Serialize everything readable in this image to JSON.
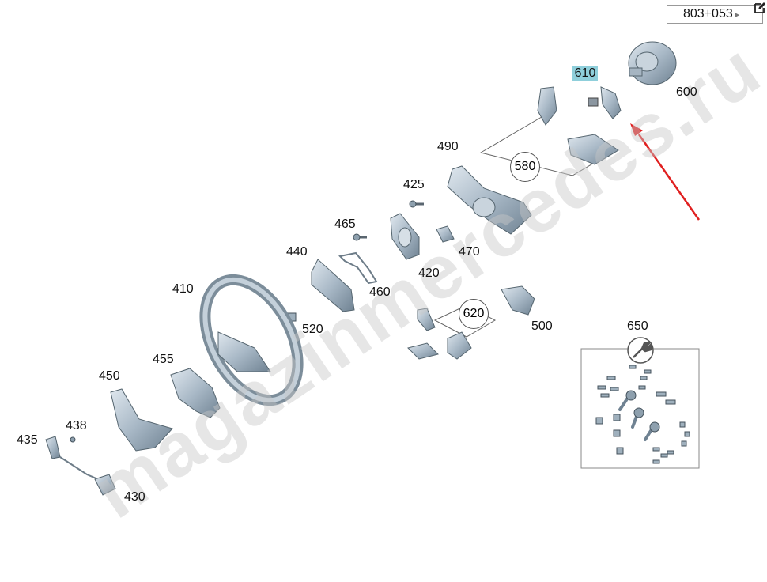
{
  "reference": {
    "code": "803+053",
    "arrow": "▸"
  },
  "watermark": "magazinmercedes.ru",
  "highlight": "610",
  "labels": {
    "p600": "600",
    "p490": "490",
    "p425": "425",
    "p465": "465",
    "p470": "470",
    "p440": "440",
    "p420": "420",
    "p460": "460",
    "p410": "410",
    "p520": "520",
    "p500": "500",
    "p650": "650",
    "p450": "450",
    "p455": "455",
    "p438": "438",
    "p435": "435",
    "p430": "430"
  },
  "groups": {
    "g580": "580",
    "g620": "620"
  },
  "colors": {
    "highlight": "#8fcfdb",
    "pointer_arrow": "#e02020",
    "part_fill": "#b9c7d3"
  }
}
